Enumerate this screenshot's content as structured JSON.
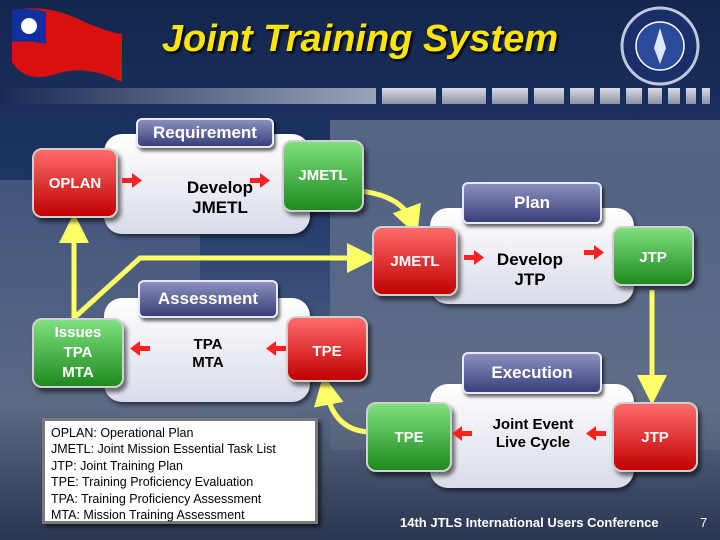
{
  "title": "Joint Training System",
  "panels": {
    "requirement": {
      "header": "Requirement",
      "text1": "Develop",
      "text2": "JMETL"
    },
    "plan": {
      "header": "Plan",
      "text1": "Develop",
      "text2": "JTP"
    },
    "assessment": {
      "header": "Assessment",
      "text1": "TPA",
      "text2": "MTA"
    },
    "execution": {
      "header": "Execution",
      "text1": "Joint Event",
      "text2": "Live Cycle"
    }
  },
  "boxes": {
    "oplan": "OPLAN",
    "jmetl_top": "JMETL",
    "jmetl_mid": "JMETL",
    "jtp_plan": "JTP",
    "issues1": "Issues",
    "issues2": "TPA",
    "issues3": "MTA",
    "tpe_assess": "TPE",
    "tpe_exec": "TPE",
    "jtp_exec": "JTP"
  },
  "legend": [
    "OPLAN: Operational Plan",
    "JMETL: Joint Mission Essential Task List",
    "JTP: Joint Training Plan",
    "TPE: Training Proficiency Evaluation",
    "TPA: Training Proficiency Assessment",
    "MTA: Mission Training Assessment"
  ],
  "footer": "14th JTLS International Users Conference",
  "page_number": "7",
  "colors": {
    "title": "#ffe600",
    "arrow_red": "#ff2020",
    "arrow_yellow": "#ffff66",
    "box_red": "#d81010",
    "box_green": "#2a9a2a"
  }
}
